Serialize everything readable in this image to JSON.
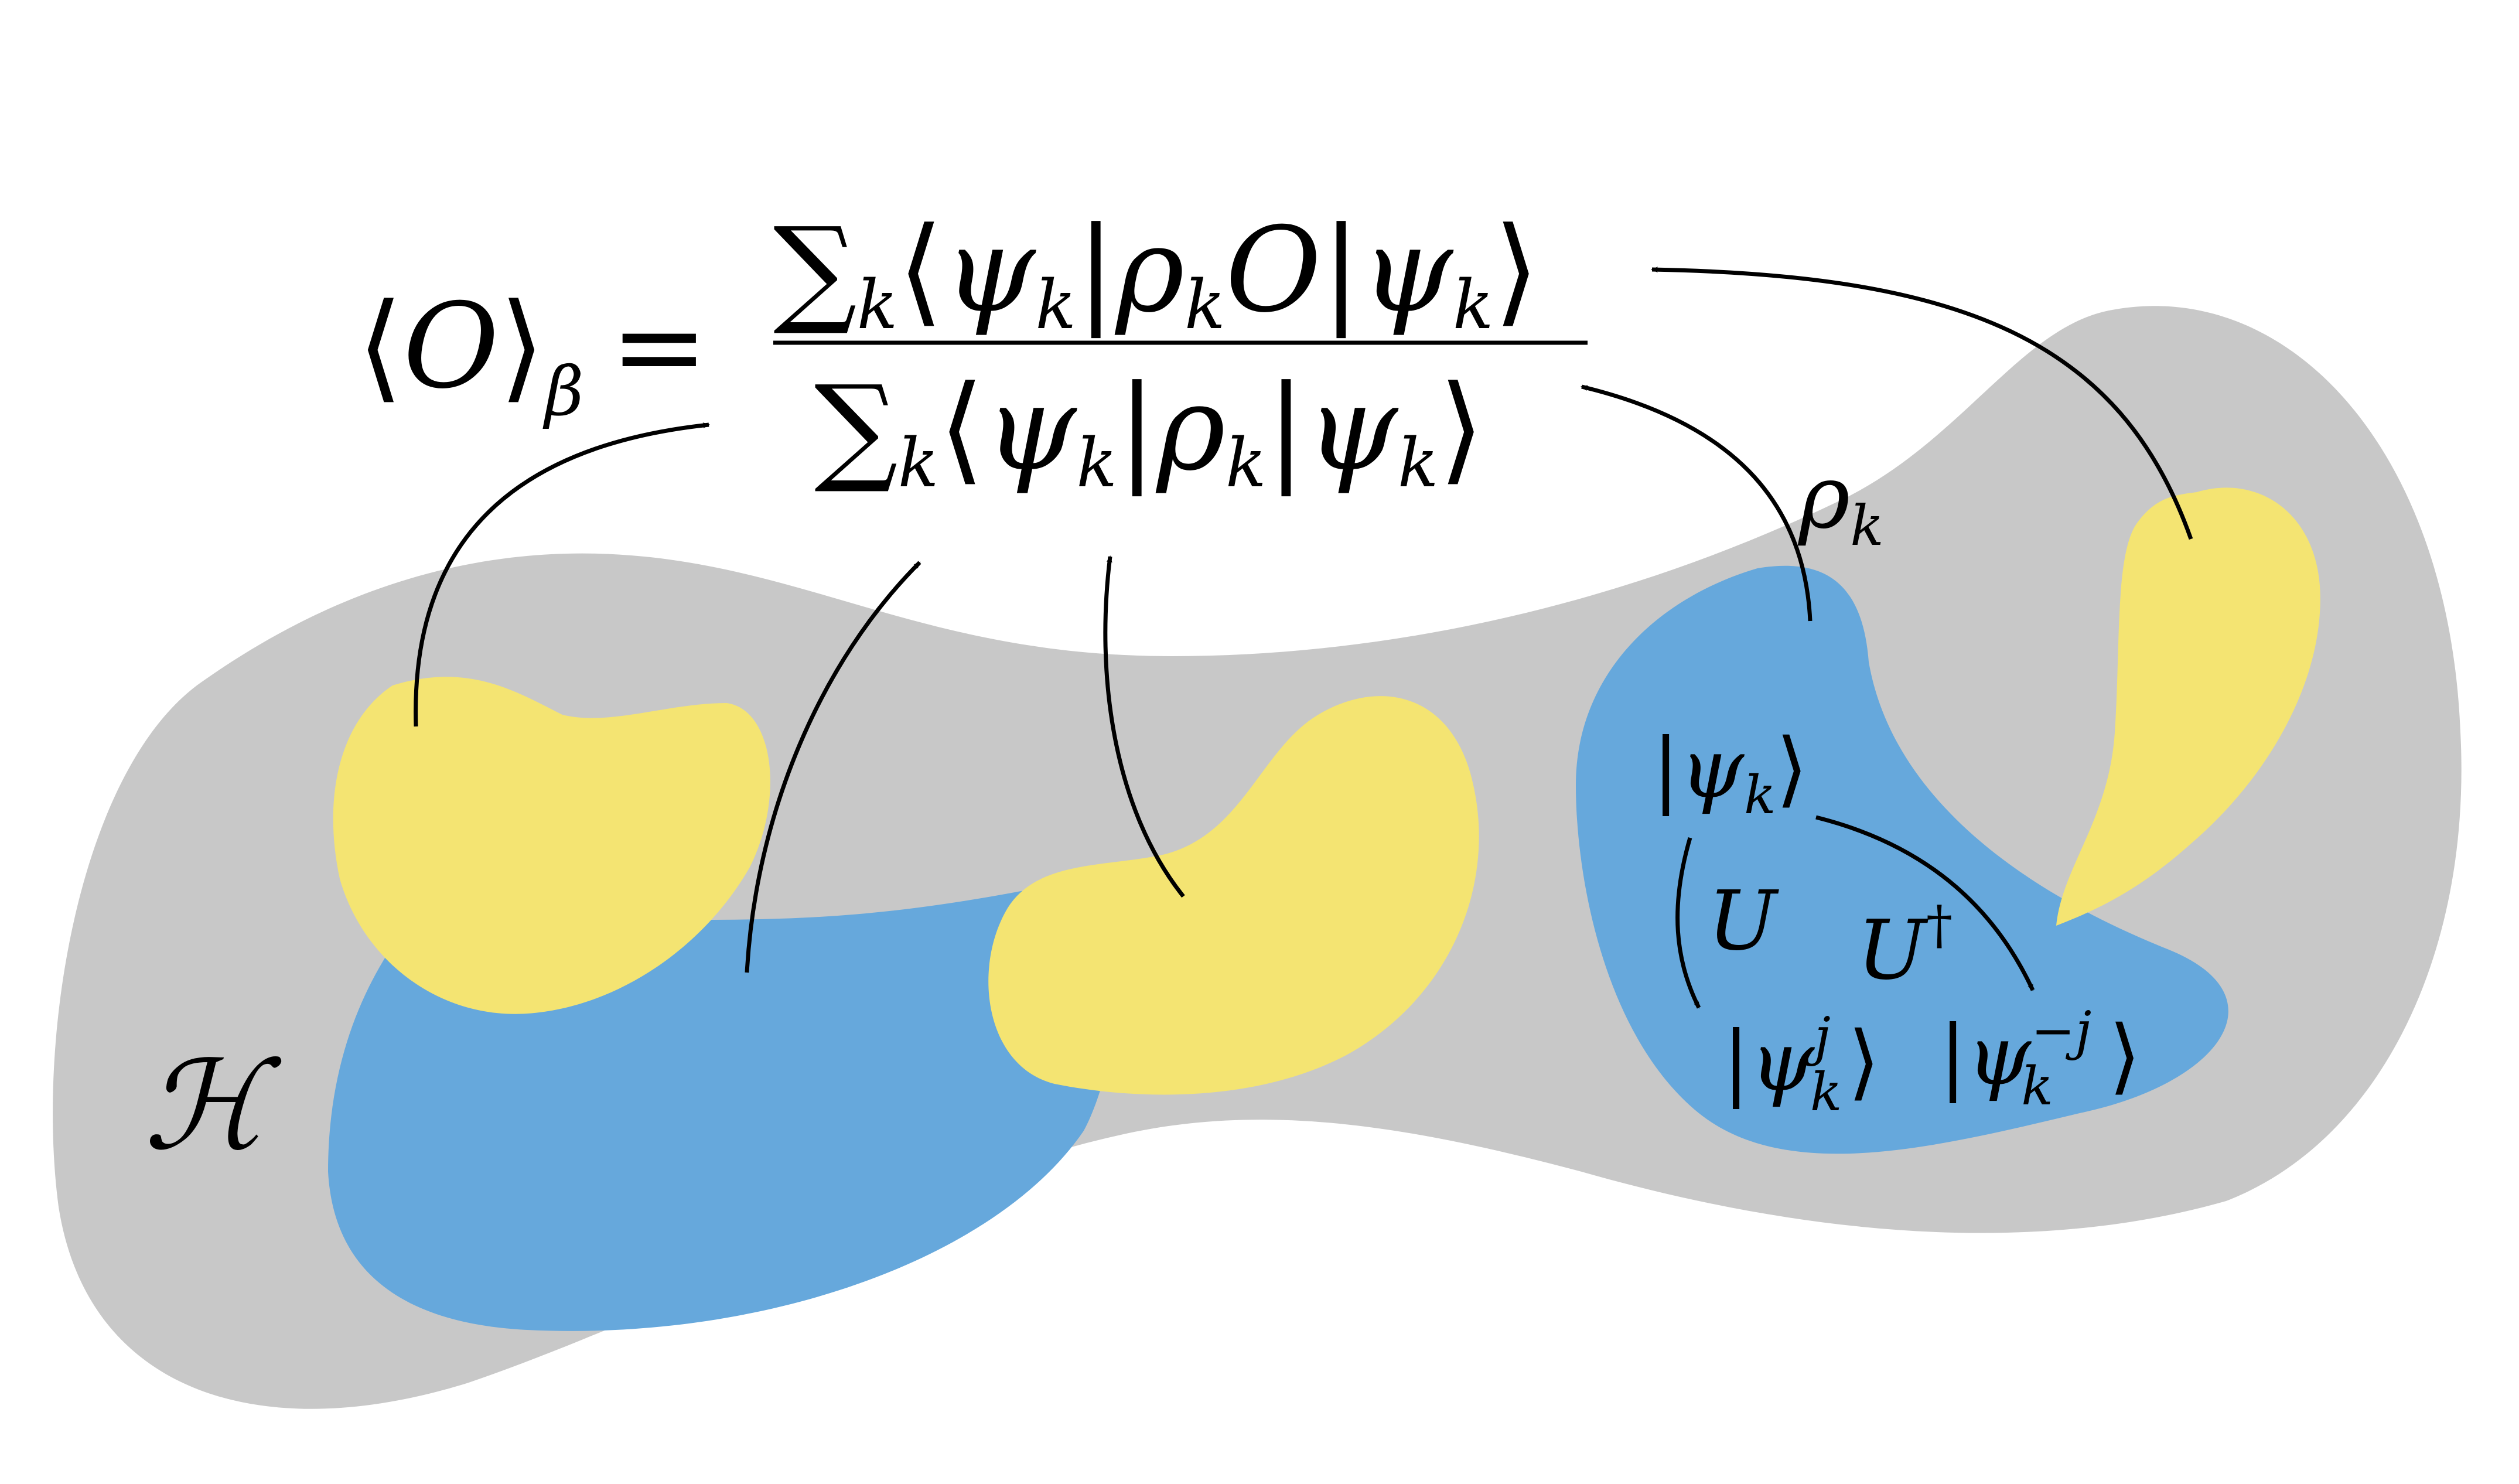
{
  "colors": {
    "background": "#ffffff",
    "hilbert_space": "#c8c8c8",
    "blue_region": "#66a8dc",
    "yellow_region": "#f4e472",
    "arrow": "#000000",
    "text": "#000000"
  },
  "formula": {
    "lhs_open": "⟨",
    "lhs_operator": "O",
    "lhs_close": "⟩",
    "lhs_subscript": "β",
    "equals": "=",
    "num_sum": "∑",
    "num_sum_sub": "k",
    "num_bra_open": "⟨",
    "num_bra_psi": "ψ",
    "num_bra_psi_sub": "k",
    "num_bar1": "|",
    "num_rho": "ρ",
    "num_rho_sub": "k",
    "num_operator": "O",
    "num_bar2": "|",
    "num_ket_psi": "ψ",
    "num_ket_psi_sub": "k",
    "num_ket_close": "⟩",
    "den_sum": "∑",
    "den_sum_sub": "k",
    "den_bra_open": "⟨",
    "den_bra_psi": "ψ",
    "den_bra_psi_sub": "k",
    "den_bar1": "|",
    "den_rho": "ρ",
    "den_rho_sub": "k",
    "den_bar2": "|",
    "den_ket_psi": "ψ",
    "den_ket_psi_sub": "k",
    "den_ket_close": "⟩"
  },
  "labels": {
    "hilbert_space": "ℋ",
    "rho": "ρ",
    "rho_sub": "k",
    "ket_bar": "|",
    "ket_psi": "ψ",
    "ket_psi_sub": "k",
    "ket_close": "⟩",
    "u_label": "U",
    "u_dagger_base": "U",
    "u_dagger_sup": "†",
    "ket_j_bar": "|",
    "ket_j_psi": "ψ",
    "ket_j_sub": "k",
    "ket_j_sup": "j",
    "ket_j_close": "⟩",
    "ket_mj_bar": "|",
    "ket_mj_psi": "ψ",
    "ket_mj_sub": "k",
    "ket_mj_sup": "−j",
    "ket_mj_close": "⟩"
  },
  "icons": {
    "arrowhead": "arrowhead-icon"
  }
}
